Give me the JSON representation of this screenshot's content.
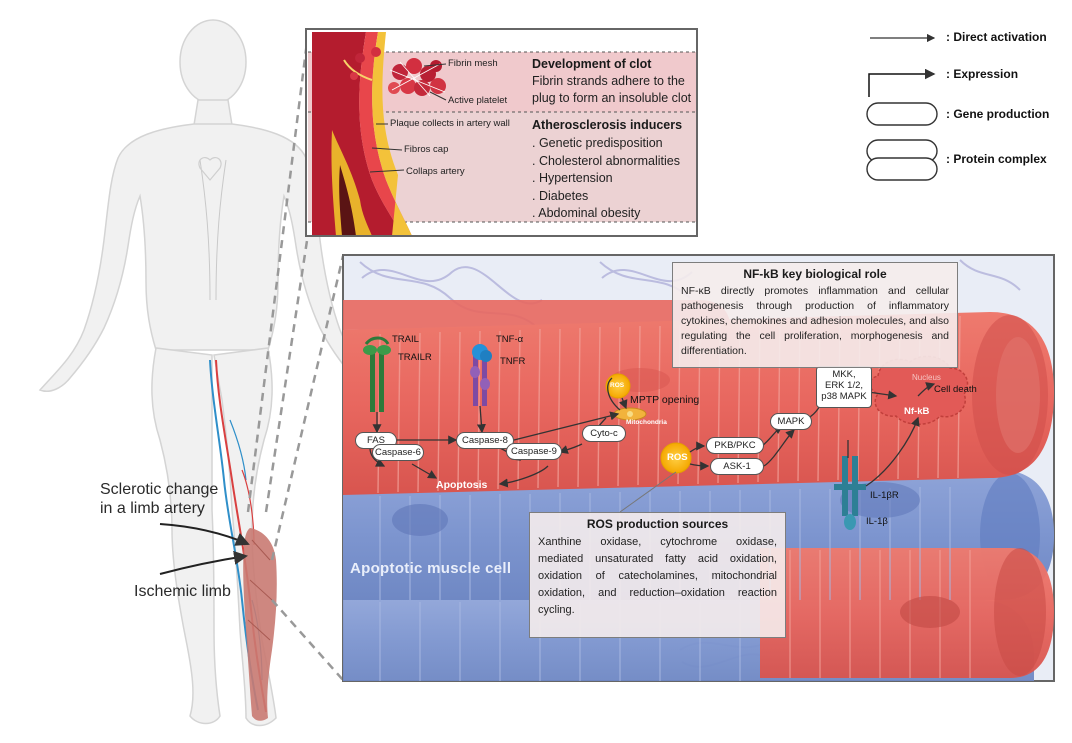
{
  "legend": {
    "direct_activation": ": Direct activation",
    "expression": ": Expression",
    "gene_production": ": Gene production",
    "protein_complex": ": Protein complex"
  },
  "body_labels": {
    "sclerotic_change": "Sclerotic change in a limb artery",
    "ischemic_limb": "Ischemic limb"
  },
  "clot_panel": {
    "fibrin_mesh": "Fibrin mesh",
    "active_platelet": "Active platelet",
    "plaque": "Plaque collects in artery wall",
    "fibros_cap": "Fibros cap",
    "collaps_artery": "Collaps  artery",
    "development_title": "Development of clot",
    "development_text": "Fibrin strands adhere to the plug to form an insoluble clot",
    "inducers_title": "Atherosclerosis inducers",
    "inducers": [
      ". Genetic predisposition",
      ". Cholesterol abnormalities",
      ". Hypertension",
      ". Diabetes",
      ". Abdominal obesity"
    ]
  },
  "pathway": {
    "trail": "TRAIL",
    "trailr": "TRAILR",
    "tnf_alpha": "TNF-α",
    "tnfr": "TNFR",
    "fas": "FAS",
    "caspase8": "Caspase-8",
    "caspase6": "Caspase-6",
    "caspase9": "Caspase-9",
    "apoptosis": "Apoptosis",
    "ros_small": "ROS",
    "mptp": "MPTP opening",
    "mitochondria": "Mitochondria",
    "cyto_c": "Cyto-c",
    "ros_large": "ROS",
    "pkb_pkc": "PKB/PKC",
    "ask1": "ASK-1",
    "mapk": "MAPK",
    "mkk_box": [
      "MKK,",
      "ERK 1/2,",
      "p38 MAPK"
    ],
    "nucleus": "Nucleus",
    "cell_death": "Cell death",
    "nfkb": "Nf-kB",
    "il1br": "IL-1βR",
    "il1b": "IL-1β",
    "muscle_cell": "Apoptotic muscle cell"
  },
  "nfkb_box": {
    "title": "NF-kB key biological role",
    "text": "NF-κB directly promotes inflammation and cellular pathogenesis  through production of inflammatory cytokines, chemokines and adhesion molecules, and also regulating the cell proliferation, morphogenesis and differentiation."
  },
  "ros_box": {
    "title": "ROS production sources",
    "text": "Xanthine oxidase, cytochrome oxidase, mediated unsaturated fatty acid oxidation, oxidation of catecholamines, mitochondrial oxidation, and reduction–oxidation reaction cycling."
  },
  "colors": {
    "muscle_red": "#e8675f",
    "muscle_blue": "#7d95cf",
    "clot_panel_bg": "#f1d3d5",
    "artery_red": "#c0283a",
    "plaque_yellow": "#f2b92b"
  }
}
